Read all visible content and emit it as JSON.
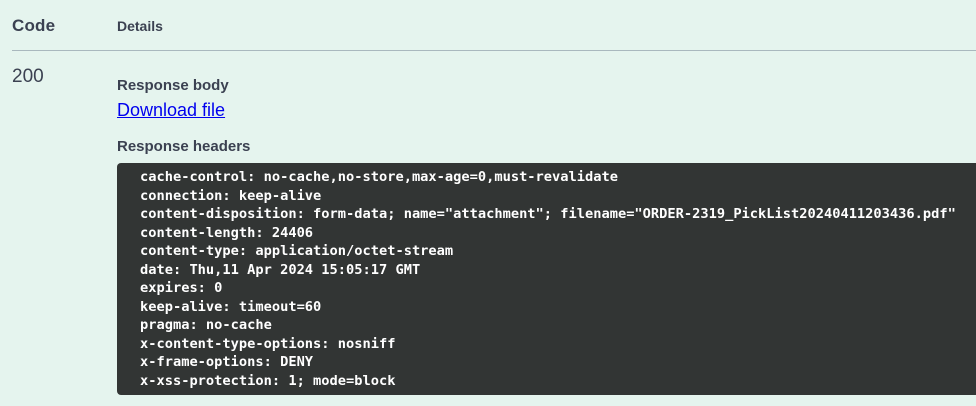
{
  "colors": {
    "page_background": "#e5f4ee",
    "divider": "#a9b8be",
    "text": "#3b4151",
    "link_blue": "#0000ee",
    "code_block_background": "#323534",
    "code_block_text": "#ffffff"
  },
  "responses_table": {
    "code_header": "Code",
    "details_header": "Details"
  },
  "response": {
    "status_code": "200",
    "body_label": "Response body",
    "download_link_label": "Download file",
    "headers_label": "Response headers",
    "headers": [
      "cache-control: no-cache,no-store,max-age=0,must-revalidate",
      "connection: keep-alive",
      "content-disposition: form-data; name=\"attachment\"; filename=\"ORDER-2319_PickList20240411203436.pdf\"",
      "content-length: 24406",
      "content-type: application/octet-stream",
      "date: Thu,11 Apr 2024 15:05:17 GMT",
      "expires: 0",
      "keep-alive: timeout=60",
      "pragma: no-cache",
      "x-content-type-options: nosniff",
      "x-frame-options: DENY",
      "x-xss-protection: 1; mode=block"
    ]
  }
}
